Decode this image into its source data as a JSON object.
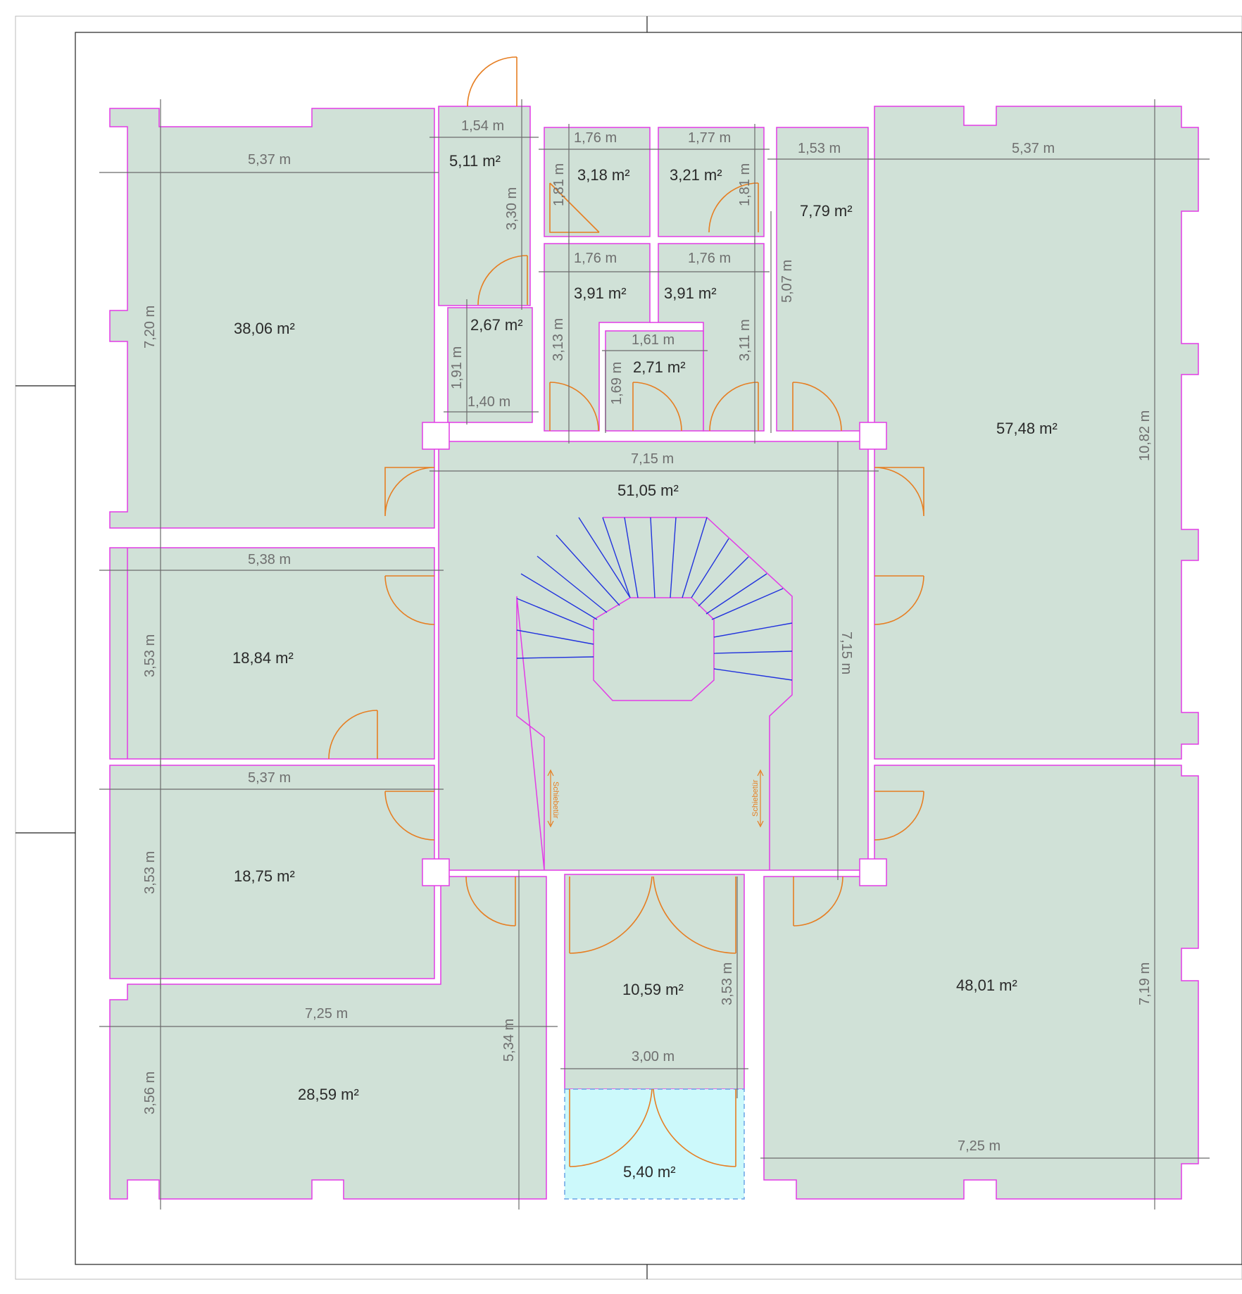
{
  "rooms": {
    "r38": "38,06 m²",
    "r511": "5,11 m²",
    "r318": "3,18 m²",
    "r321": "3,21 m²",
    "r779": "7,79 m²",
    "r5748": "57,48 m²",
    "r267": "2,67 m²",
    "r391a": "3,91 m²",
    "r391b": "3,91 m²",
    "r271": "2,71 m²",
    "r5105": "51,05 m²",
    "r1884": "18,84 m²",
    "r1875": "18,75 m²",
    "r2859": "28,59 m²",
    "r1059": "10,59 m²",
    "r540": "5,40 m²",
    "r4801": "48,01 m²"
  },
  "dims": {
    "d537a": "5,37 m",
    "d720": "7,20 m",
    "d154": "1,54 m",
    "d330": "3,30 m",
    "d176a": "1,76 m",
    "d181a": "1,81 m",
    "d177": "1,77 m",
    "d181b": "1,81 m",
    "d153": "1,53 m",
    "d537b": "5,37 m",
    "d1082": "10,82 m",
    "d507": "5,07 m",
    "d176b": "1,76 m",
    "d176c": "1,76 m",
    "d313": "3,13 m",
    "d311": "3,11 m",
    "d161": "1,61 m",
    "d169": "1,69 m",
    "d191": "1,91 m",
    "d140": "1,40 m",
    "d715a": "7,15 m",
    "d715b": "7,15 m",
    "d538": "5,38 m",
    "d353a": "3,53 m",
    "d537c": "5,37 m",
    "d353b": "3,53 m",
    "d725a": "7,25 m",
    "d534": "5,34 m",
    "d356": "3,56 m",
    "d353c": "3,53 m",
    "d300": "3,00 m",
    "d719": "7,19 m",
    "d725b": "7,25 m"
  },
  "labels": {
    "sliding_door_left": "Schiebetür",
    "sliding_door_right": "Schiebetür"
  },
  "colors": {
    "room_fill": "#d0e1d7",
    "room_outline": "#e23ce6",
    "door": "#e67e22",
    "stairs": "#2233dd",
    "entrance_fill": "#ccf9fb"
  }
}
